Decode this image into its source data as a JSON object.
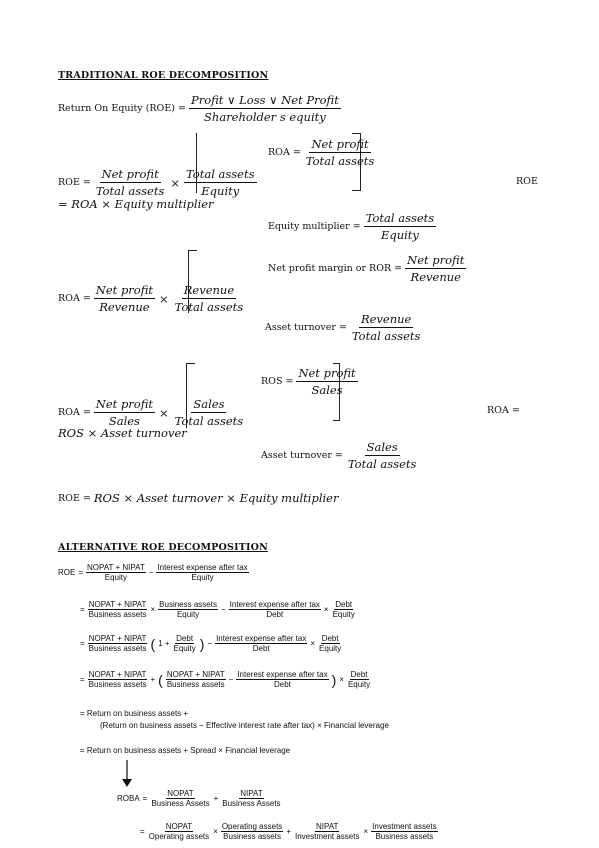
{
  "trad": {
    "heading": "TRADITIONAL ROE DECOMPOSITION",
    "roe_def": {
      "label": "Return On Equity (ROE) =",
      "num": "Profit ∨ Loss ∨ Net Profit",
      "den": "Shareholder s equity"
    },
    "roe1": {
      "label": "ROE =",
      "n1": "Net profit",
      "d1": "Total assets",
      "times": "×",
      "n2": "Total assets",
      "d2": "Equity",
      "suffix": "= ROA × Equity multiplier",
      "right": "ROE"
    },
    "roa_box": {
      "label": "ROA =",
      "num": "Net profit",
      "den": "Total assets"
    },
    "em_box": {
      "label": "Equity multiplier =",
      "num": "Total assets",
      "den": "Equity"
    },
    "roa1": {
      "label": "ROA =",
      "n1": "Net profit",
      "d1": "Revenue",
      "times": "×",
      "n2": "Revenue",
      "d2": "Total assets"
    },
    "npm_box": {
      "label": "Net profit margin or ROR =",
      "num": "Net profit",
      "den": "Revenue"
    },
    "at_box": {
      "label": "Asset turnover =",
      "num": "Revenue",
      "den": "Total assets"
    },
    "roa2": {
      "label": "ROA =",
      "n1": "Net profit",
      "d1": "Sales",
      "times": "×",
      "n2": "Sales",
      "d2": "Total assets",
      "suffix": "ROS × Asset turnover",
      "right": "ROA ="
    },
    "ros_box": {
      "label": "ROS =",
      "num": "Net profit",
      "den": "Sales"
    },
    "at2_box": {
      "label": "Asset turnover =",
      "num": "Sales",
      "den": "Total assets"
    },
    "final": {
      "label": "ROE =",
      "expr": "ROS × Asset turnover × Equity multiplier"
    }
  },
  "alt": {
    "heading": "ALTERNATIVE ROE DECOMPOSITION",
    "l1": {
      "lhs": "ROE",
      "eq": "=",
      "n1": "NOPAT + NIPAT",
      "d1": "Equity",
      "minus": "−",
      "n2": "Interest expense after tax",
      "d2": "Equity"
    },
    "l2": {
      "eq": "=",
      "n1": "NOPAT + NIPAT",
      "d1": "Business assets",
      "x1": "×",
      "n2": "Business assets",
      "d2": "Equity",
      "minus": "−",
      "n3": "Interest expense after tax",
      "d3": "Debt",
      "x2": "×",
      "n4": "Debt",
      "d4": "Equity"
    },
    "l3": {
      "eq": "=",
      "n1": "NOPAT + NIPAT",
      "d1": "Business assets",
      "one": "1 +",
      "n2": "Debt",
      "d2": "Equity",
      "minus": "−",
      "n3": "Interest expense after tax",
      "d3": "Debt",
      "x": "×",
      "n4": "Debt",
      "d4": "Equity"
    },
    "l4": {
      "eq": "=",
      "n1": "NOPAT + NIPAT",
      "d1": "Business assets",
      "plus": "+",
      "n2": "NOPAT + NIPAT",
      "d2": "Business assets",
      "minus": "−",
      "n3": "Interest expense after tax",
      "d3": "Debt",
      "x": "×",
      "n4": "Debt",
      "d4": "Equity"
    },
    "l5a": "= Return on business assets +",
    "l5b": "(Return on business assets − Effective interest rate after tax) × Financial leverage",
    "l6": "= Return on business assets + Spread × Financial leverage",
    "roba": {
      "lhs": "ROBA",
      "eq": "=",
      "n1": "NOPAT",
      "d1": "Business Assets",
      "plus": "+",
      "n2": "NIPAT",
      "d2": "Business Assets"
    },
    "last": {
      "eq": "=",
      "n1": "NOPAT",
      "d1": "Operating assets",
      "x1": "×",
      "n2": "Operating assets",
      "d2": "Business assets",
      "plus": "+",
      "n3": "NIPAT",
      "d3": "Investment assets",
      "x2": "×",
      "n4": "Investment assets",
      "d4": "Business assets"
    }
  }
}
